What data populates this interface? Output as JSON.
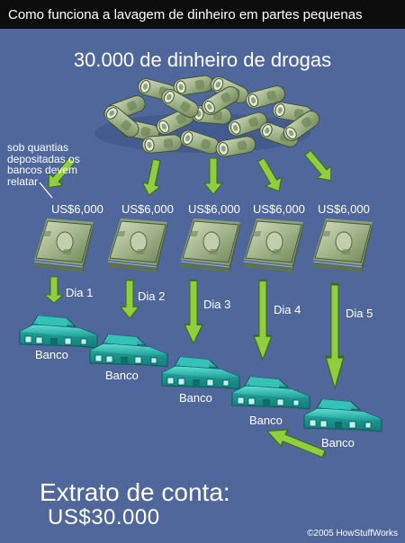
{
  "header": {
    "title": "Como funciona a lavagem de dinheiro em partes pequenas"
  },
  "main_title": "30.000 de dinheiro de drogas",
  "note": "sob quantias depositadas os bancos devem relatar",
  "deposits": [
    {
      "amount": "US$6,000",
      "day": "Dia 1",
      "bank": "Banco"
    },
    {
      "amount": "US$6,000",
      "day": "Dia 2",
      "bank": "Banco"
    },
    {
      "amount": "US$6,000",
      "day": "Dia 3",
      "bank": "Banco"
    },
    {
      "amount": "US$6,000",
      "day": "Dia 4",
      "bank": "Banco"
    },
    {
      "amount": "US$6,000",
      "day": "Dia 5",
      "bank": "Banco"
    }
  ],
  "statement": {
    "label": "Extrato de conta:",
    "total": "US$30.000"
  },
  "credit": "©2005 HowStuffWorks",
  "colors": {
    "background": "#4f679b",
    "header": "#0d0d0d",
    "arrow": "#8fce3c",
    "money": "#a7b98f",
    "bank": "#1fa7a0",
    "text": "#ffffff"
  },
  "icons": [
    "cash-pile-icon",
    "money-stack-icon",
    "bank-building-icon",
    "arrow-down-icon",
    "arrow-left-icon"
  ]
}
